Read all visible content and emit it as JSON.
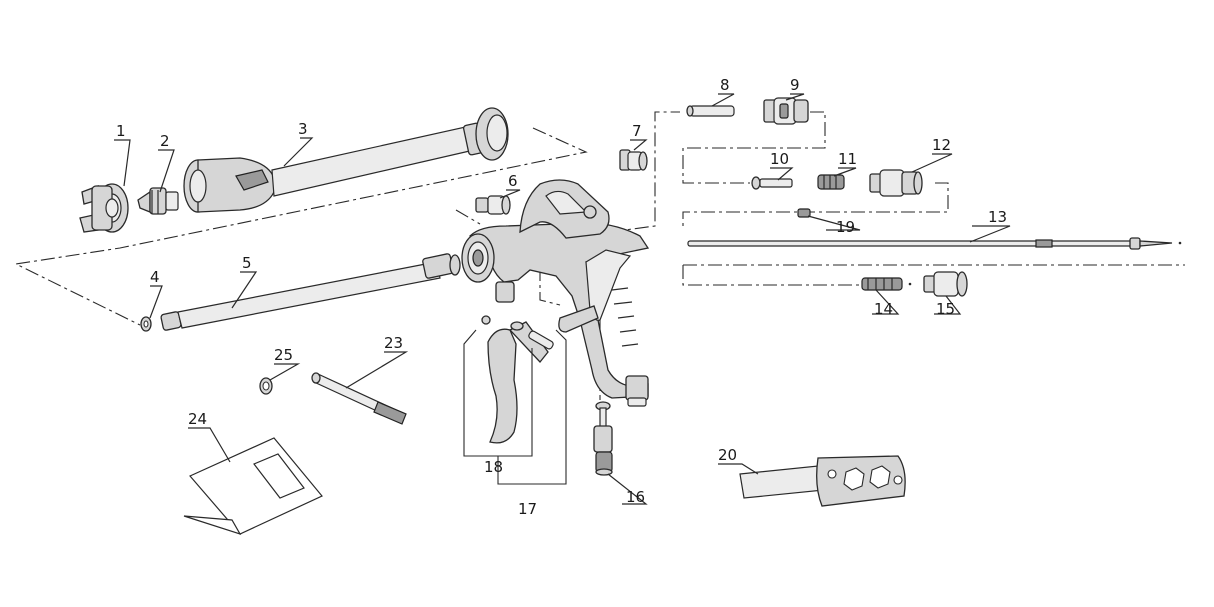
{
  "parts": [
    {
      "id": "p1",
      "label": "1"
    },
    {
      "id": "p2",
      "label": "2"
    },
    {
      "id": "p3",
      "label": "3"
    },
    {
      "id": "p4",
      "label": "4"
    },
    {
      "id": "p5",
      "label": "5"
    },
    {
      "id": "p6",
      "label": "6"
    },
    {
      "id": "p7",
      "label": "7"
    },
    {
      "id": "p8",
      "label": "8"
    },
    {
      "id": "p9",
      "label": "9"
    },
    {
      "id": "p10",
      "label": "10"
    },
    {
      "id": "p11",
      "label": "11"
    },
    {
      "id": "p12",
      "label": "12"
    },
    {
      "id": "p13",
      "label": "13"
    },
    {
      "id": "p14",
      "label": "14"
    },
    {
      "id": "p15",
      "label": "15"
    },
    {
      "id": "p16",
      "label": "16"
    },
    {
      "id": "p17",
      "label": "17"
    },
    {
      "id": "p18",
      "label": "18"
    },
    {
      "id": "p19",
      "label": "19"
    },
    {
      "id": "p20",
      "label": "20"
    },
    {
      "id": "p23",
      "label": "23"
    },
    {
      "id": "p24",
      "label": "24"
    },
    {
      "id": "p25",
      "label": "25"
    }
  ]
}
